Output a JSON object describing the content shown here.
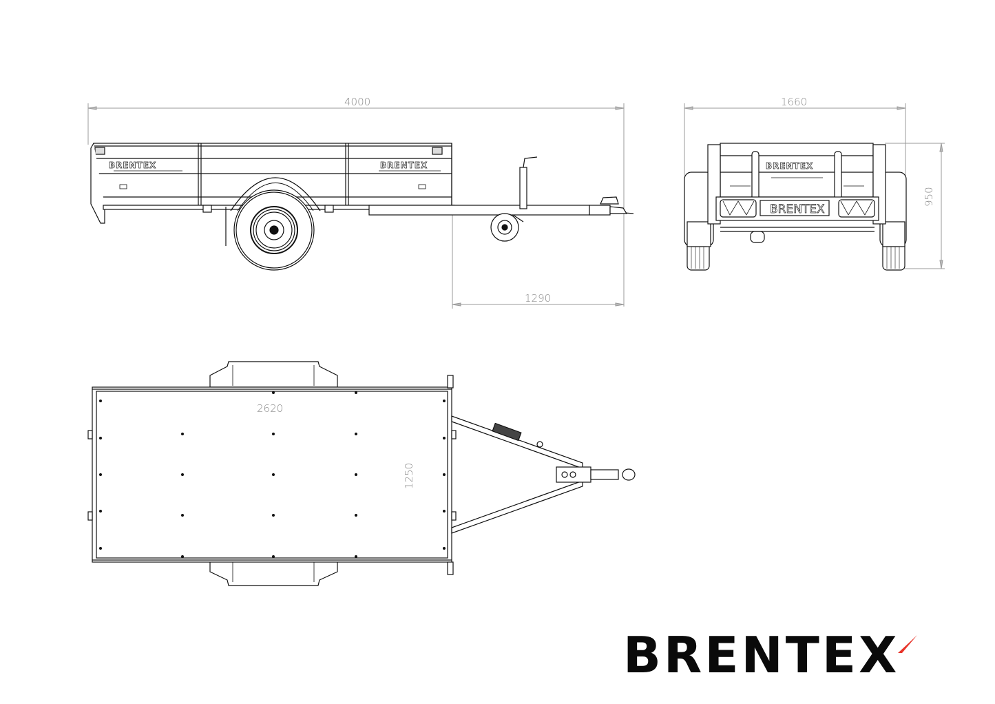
{
  "drawing": {
    "views": {
      "side": {
        "label": "side-view"
      },
      "rear": {
        "label": "rear-view"
      },
      "top": {
        "label": "top-view"
      }
    },
    "dimensions": {
      "overall_length": "4000",
      "drawbar_length": "1290",
      "overall_width": "1660",
      "overall_height": "950",
      "box_length": "2620",
      "box_width": "1250"
    },
    "stencil_text": "BRENTEX",
    "plate_text": "BRENTEX"
  },
  "brand": {
    "logo_text": "BRENTEX",
    "accent_color": "#e8342a",
    "text_color": "#0a0a0a"
  }
}
